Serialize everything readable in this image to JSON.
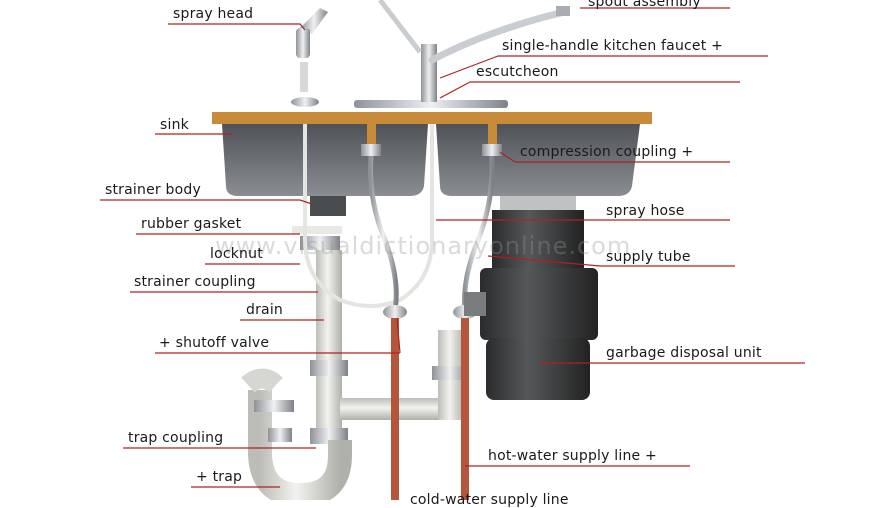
{
  "colors": {
    "leader": "#b02020",
    "counter": "#c98a3a",
    "sink": "#6a6e72",
    "pipe": "#d6d6d2",
    "copper": "#b5563a",
    "disposal": "#3a3c3e"
  },
  "labels": {
    "spray_head": "spray head",
    "spout_assembly": "spout assembly",
    "single_handle_faucet": "single-handle kitchen faucet +",
    "escutcheon": "escutcheon",
    "sink": "sink",
    "compression_coupling": "compression coupling +",
    "strainer_body": "strainer body",
    "spray_hose": "spray hose",
    "rubber_gasket": "rubber gasket",
    "locknut": "locknut",
    "supply_tube": "supply tube",
    "strainer_coupling": "strainer coupling",
    "drain": "drain",
    "shutoff_valve": "+ shutoff valve",
    "garbage_disposal_unit": "garbage disposal unit",
    "trap_coupling": "trap coupling",
    "hot_water_supply_line": "hot-water supply line +",
    "trap": "+ trap",
    "cold_water_supply_line": "cold-water supply line"
  },
  "watermark": "www.visualdictionaryonline.com"
}
